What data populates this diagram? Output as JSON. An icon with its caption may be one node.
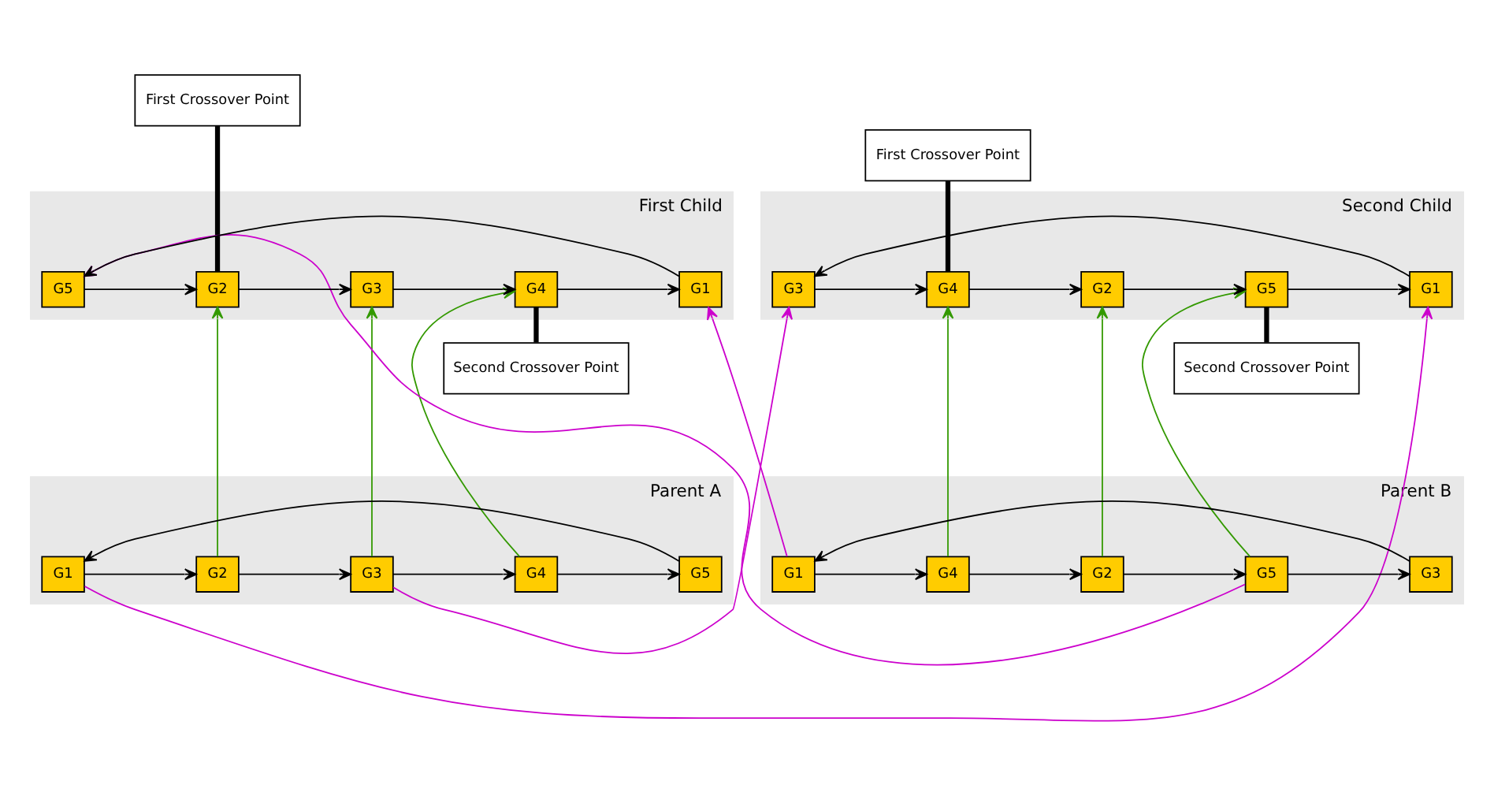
{
  "diagram": {
    "nodes": [
      {
        "text": [
          "First Crossover Point"
        ]
      },
      {
        "text": [
          "Second Crossover Point"
        ]
      },
      {
        "text": [
          "First Crossover Point"
        ]
      },
      {
        "text": [
          "Second Crossover Point"
        ]
      },
      {
        "text": [
          "Parent A"
        ]
      },
      {
        "text": [
          "G1"
        ],
        "in": 4
      },
      {
        "text": [
          "G2"
        ],
        "in": 4
      },
      {
        "text": [
          "G3"
        ],
        "in": 4
      },
      {
        "text": [
          "G4"
        ],
        "in": 4
      },
      {
        "text": [
          "G5"
        ],
        "in": 4
      },
      {
        "text": [
          "Parent B"
        ]
      },
      {
        "text": [
          "G1"
        ],
        "in": 10
      },
      {
        "text": [
          "G4"
        ],
        "in": 10
      },
      {
        "text": [
          "G2"
        ],
        "in": 10
      },
      {
        "text": [
          "G5"
        ],
        "in": 10
      },
      {
        "text": [
          "G3"
        ],
        "in": 10
      },
      {
        "text": [
          "First Child"
        ]
      },
      {
        "text": [
          "G5"
        ],
        "in": 16
      },
      {
        "text": [
          "G2"
        ],
        "in": 16
      },
      {
        "text": [
          "G3"
        ],
        "in": 16
      },
      {
        "text": [
          "G4"
        ],
        "in": 16
      },
      {
        "text": [
          "G1"
        ],
        "in": 16
      },
      {
        "text": [
          "Second Child"
        ]
      },
      {
        "text": [
          "G3"
        ],
        "in": 22
      },
      {
        "text": [
          "G4"
        ],
        "in": 22
      },
      {
        "text": [
          "G2"
        ],
        "in": 22
      },
      {
        "text": [
          "G5"
        ],
        "in": 22
      },
      {
        "text": [
          "G1"
        ],
        "in": 22
      }
    ],
    "edges": [
      {
        "from": 0,
        "to": 18,
        "arrow": "none",
        "style": "thick"
      },
      {
        "from": 1,
        "to": 20,
        "arrow": "none",
        "style": "thick"
      },
      {
        "from": 2,
        "to": 24,
        "arrow": "none",
        "style": "thick"
      },
      {
        "from": 3,
        "to": 26,
        "arrow": "none",
        "style": "thick"
      },
      {
        "from": 5,
        "to": 6,
        "arrow": "to"
      },
      {
        "from": 6,
        "to": 7,
        "arrow": "to"
      },
      {
        "from": 7,
        "to": 8,
        "arrow": "to"
      },
      {
        "from": 8,
        "to": 9,
        "arrow": "to"
      },
      {
        "from": 9,
        "to": 5,
        "arrow": "to"
      },
      {
        "from": 11,
        "to": 12,
        "arrow": "to"
      },
      {
        "from": 12,
        "to": 13,
        "arrow": "to"
      },
      {
        "from": 13,
        "to": 14,
        "arrow": "to"
      },
      {
        "from": 14,
        "to": 15,
        "arrow": "to"
      },
      {
        "from": 15,
        "to": 11,
        "arrow": "to"
      },
      {
        "from": 17,
        "to": 18,
        "arrow": "to"
      },
      {
        "from": 18,
        "to": 19,
        "arrow": "to"
      },
      {
        "from": 19,
        "to": 20,
        "arrow": "to"
      },
      {
        "from": 20,
        "to": 21,
        "arrow": "to"
      },
      {
        "from": 21,
        "to": 17,
        "arrow": "to"
      },
      {
        "from": 23,
        "to": 24,
        "arrow": "to"
      },
      {
        "from": 24,
        "to": 25,
        "arrow": "to"
      },
      {
        "from": 25,
        "to": 26,
        "arrow": "to"
      },
      {
        "from": 26,
        "to": 27,
        "arrow": "to"
      },
      {
        "from": 27,
        "to": 23,
        "arrow": "to"
      },
      {
        "from": 6,
        "to": 18,
        "arrow": "to",
        "color": "#339900"
      },
      {
        "from": 7,
        "to": 19,
        "arrow": "to",
        "color": "#339900"
      },
      {
        "from": 8,
        "to": 20,
        "arrow": "to",
        "color": "#339900"
      },
      {
        "from": 12,
        "to": 24,
        "arrow": "to",
        "color": "#339900"
      },
      {
        "from": 13,
        "to": 25,
        "arrow": "to",
        "color": "#339900"
      },
      {
        "from": 14,
        "to": 26,
        "arrow": "to",
        "color": "#339900"
      },
      {
        "from": 5,
        "to": 27,
        "arrow": "to",
        "color": "#cc00cc"
      },
      {
        "from": 11,
        "to": 21,
        "arrow": "to",
        "color": "#cc00cc"
      },
      {
        "from": 7,
        "to": 23,
        "arrow": "to",
        "color": "#cc00cc"
      },
      {
        "from": 14,
        "to": 17,
        "arrow": "to",
        "color": "#cc00cc"
      }
    ]
  }
}
